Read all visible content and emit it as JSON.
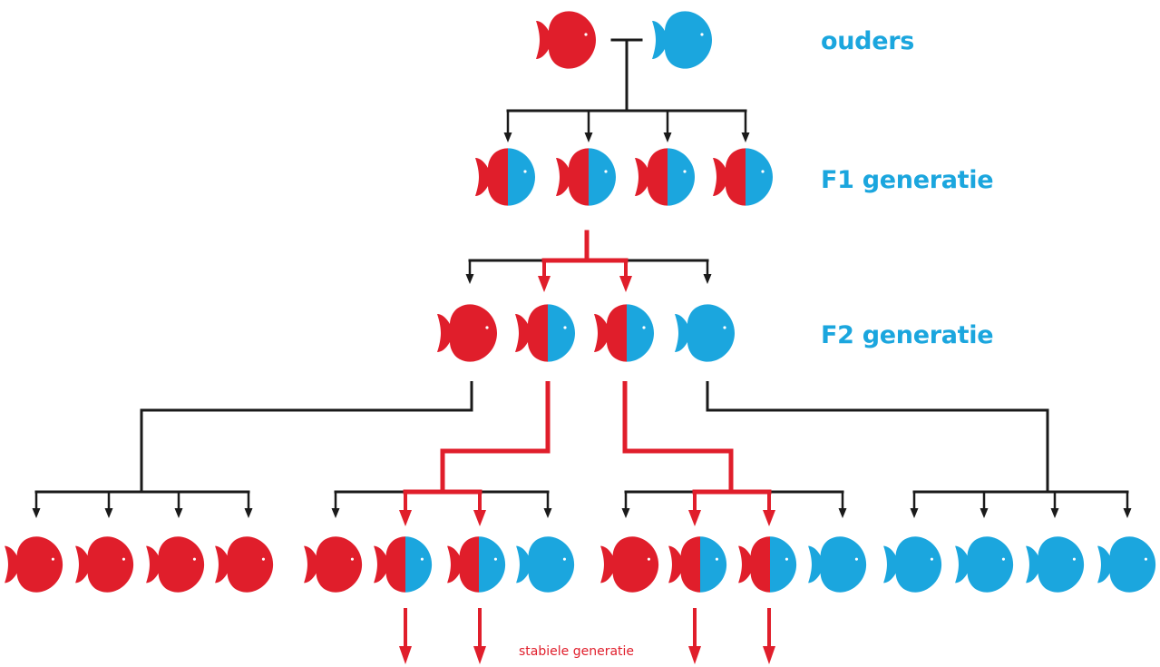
{
  "labels": {
    "parents": "ouders",
    "f1": "F1 generatie",
    "f2": "F2 generatie",
    "stable": "stabiele generatie"
  },
  "colors": {
    "red": "#e01e2b",
    "blue": "#1ba6de",
    "black_line": "#1a1a1a",
    "eye": "#ffffff"
  },
  "generations": {
    "parents": [
      "red",
      "blue"
    ],
    "f1": [
      "half",
      "half",
      "half",
      "half"
    ],
    "f2": [
      "red",
      "half",
      "half",
      "blue"
    ],
    "f3": [
      [
        "red",
        "red",
        "red",
        "red"
      ],
      [
        "red",
        "half",
        "half",
        "blue"
      ],
      [
        "red",
        "half",
        "half",
        "blue"
      ],
      [
        "blue",
        "blue",
        "blue",
        "blue"
      ]
    ]
  }
}
